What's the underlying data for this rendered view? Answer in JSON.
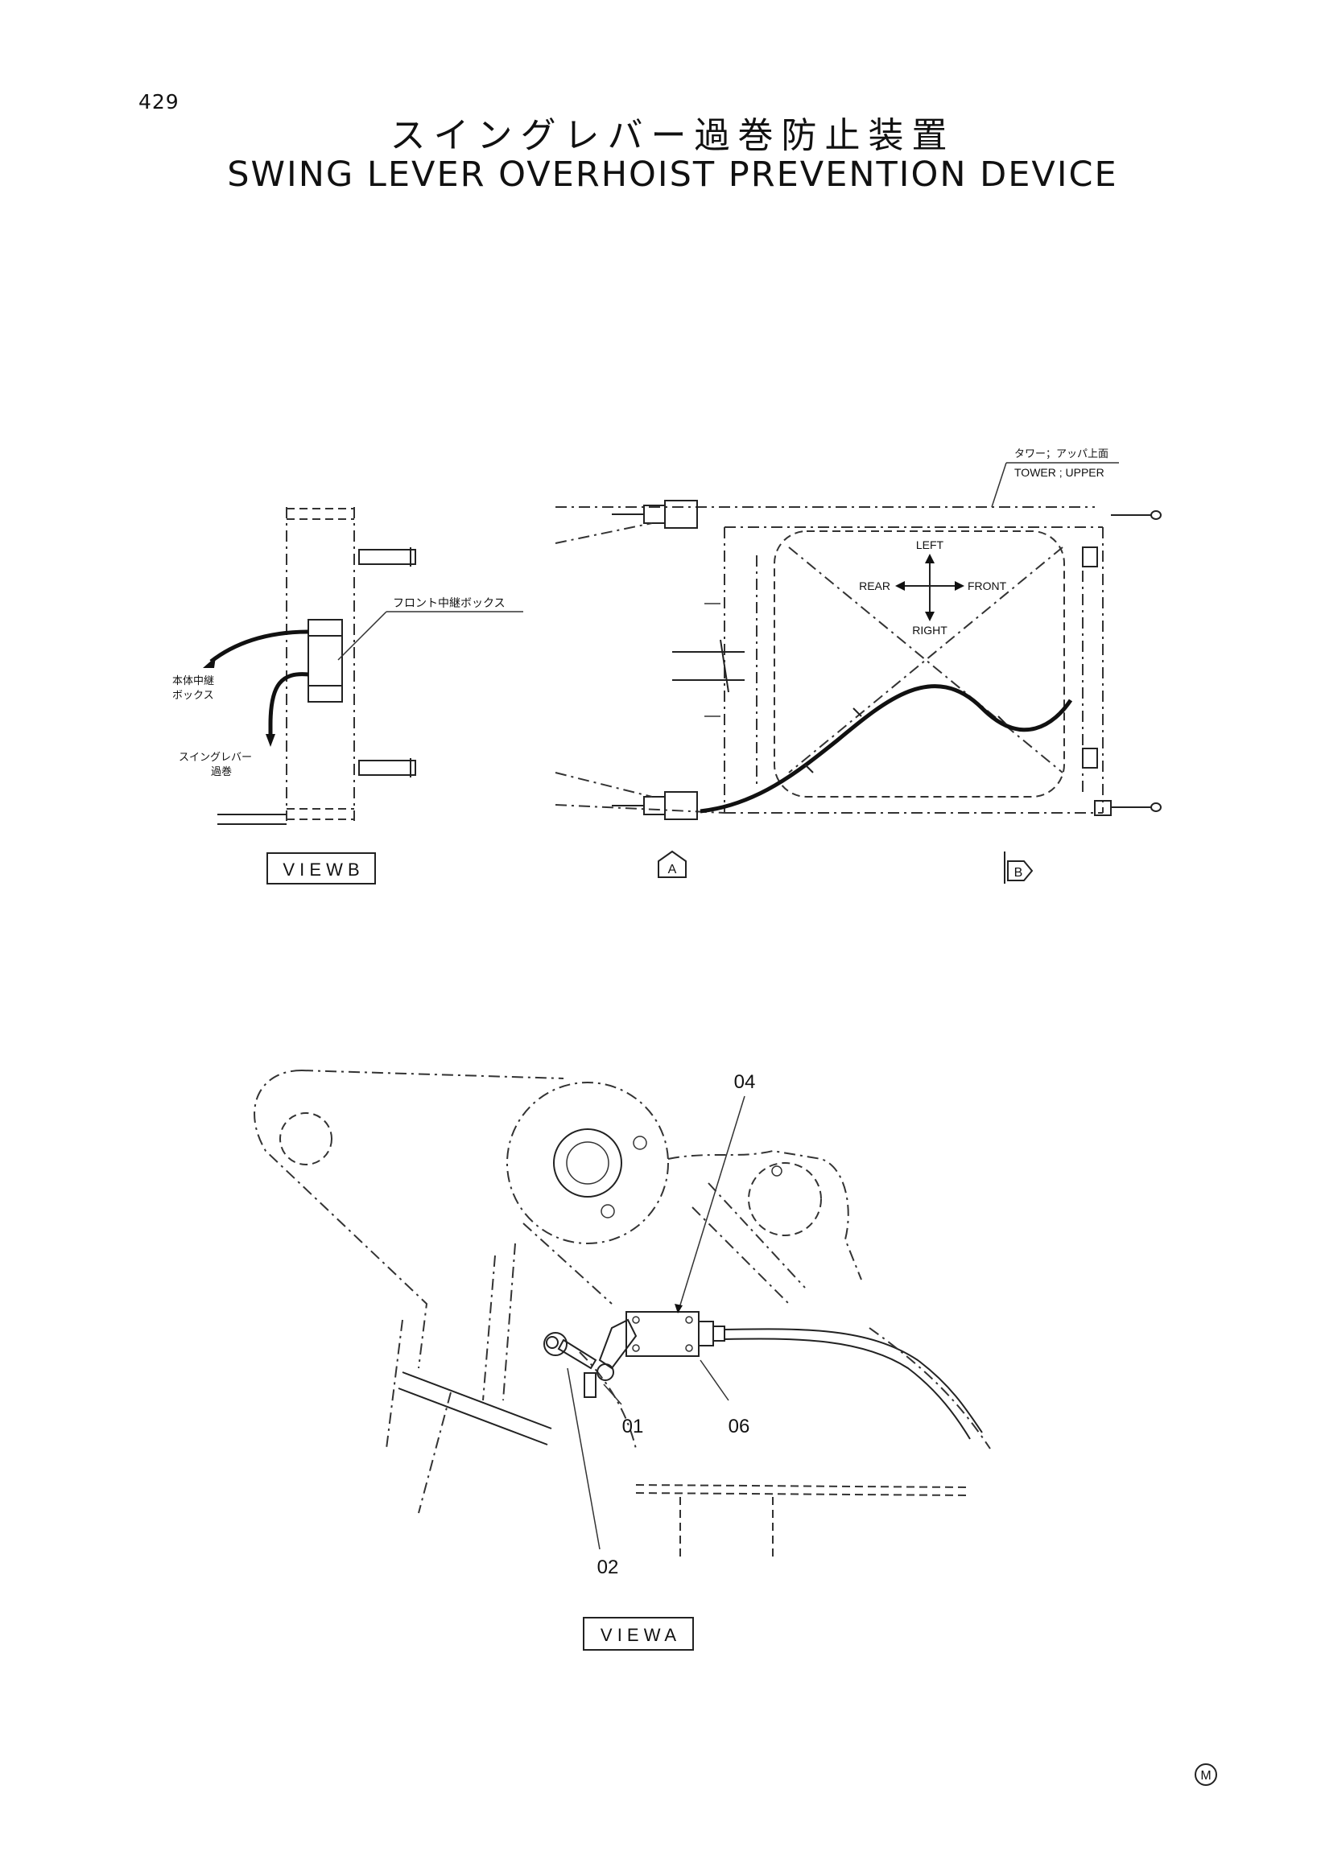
{
  "page_number": "429",
  "title_jp": "スイングレバー過巻防止装置",
  "title_en": "SWING LEVER OVERHOIST PREVENTION DEVICE",
  "view_b": {
    "label": "V I E W  B",
    "callout_front_box": "フロント中継ボックス",
    "callout_body_box_line1": "本体中継",
    "callout_body_box_line2": "ボックス",
    "callout_swing_line1": "スイングレバー",
    "callout_swing_line2": "過巻"
  },
  "top_view": {
    "tower_jp": "タワー；アッパ上面",
    "tower_en": "TOWER ; UPPER",
    "dir_left": "LEFT",
    "dir_rear": "REAR",
    "dir_front": "FRONT",
    "dir_right": "RIGHT",
    "marker_a": "A",
    "marker_b": "B"
  },
  "view_a": {
    "label": "V I E W  A",
    "parts": [
      "04",
      "01",
      "06",
      "02"
    ]
  },
  "footer_mark": "M"
}
